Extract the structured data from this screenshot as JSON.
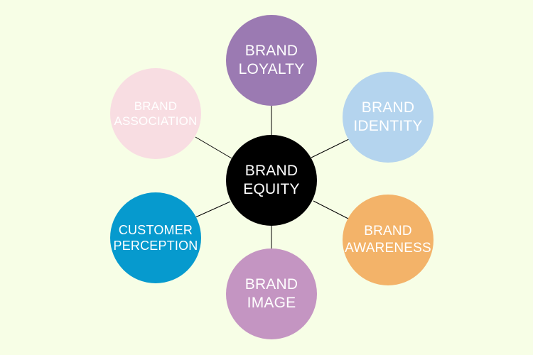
{
  "diagram": {
    "center": {
      "line1": "BRAND",
      "line2": "EQUITY",
      "color": "#000000"
    },
    "nodes": {
      "top": {
        "line1": "BRAND",
        "line2": "LOYALTY",
        "color": "#9b7ab2"
      },
      "top_right": {
        "line1": "BRAND",
        "line2": "IDENTITY",
        "color": "#b4d4ee"
      },
      "bottom_right": {
        "line1": "BRAND",
        "line2": "AWARENESS",
        "color": "#f3b369"
      },
      "bottom": {
        "line1": "BRAND",
        "line2": "IMAGE",
        "color": "#c495c2"
      },
      "bottom_left": {
        "line1": "CUSTOMER",
        "line2": "PERCEPTION",
        "color": "#069ace"
      },
      "top_left": {
        "line1": "BRAND",
        "line2": "ASSOCIATION",
        "color": "#f8dde2"
      }
    },
    "background_color": "#f7fee6",
    "connector_color": "#000000"
  }
}
